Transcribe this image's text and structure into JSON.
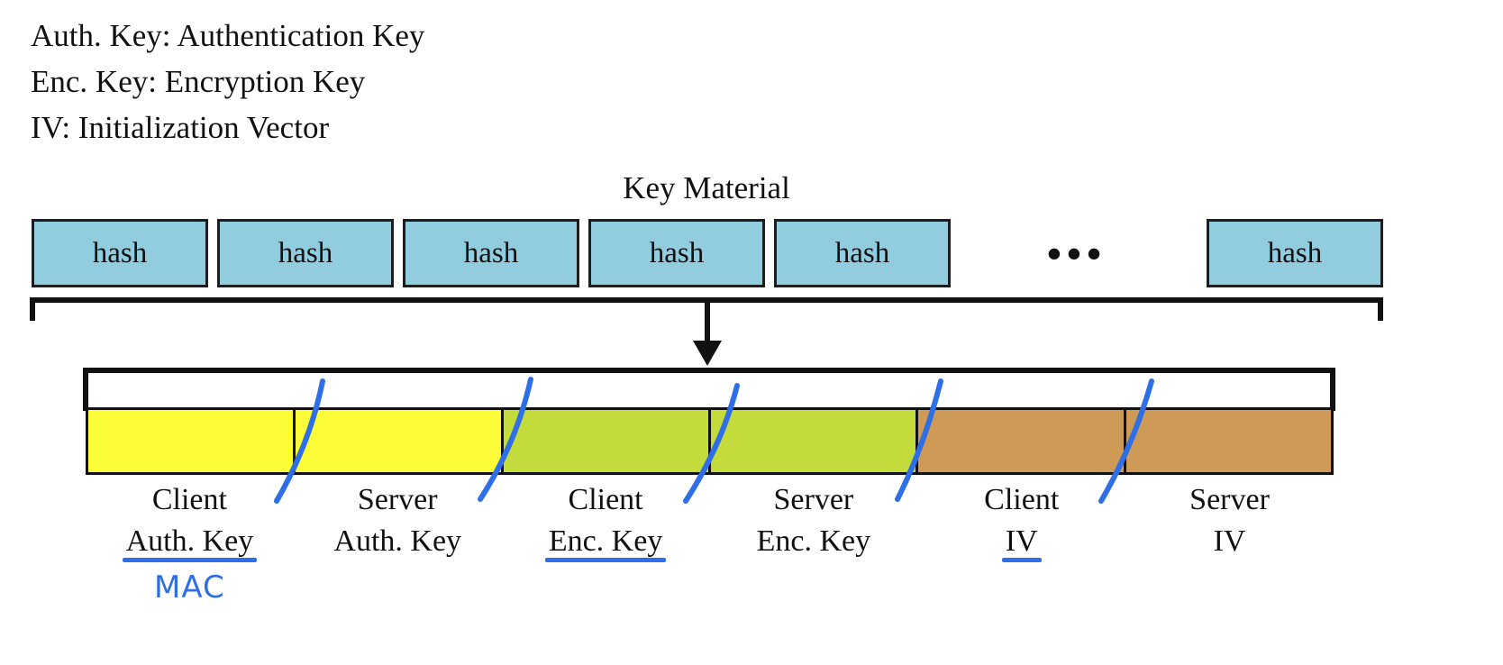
{
  "legend": {
    "lines": [
      "Auth. Key: Authentication Key",
      "Enc. Key: Encryption Key",
      "IV: Initialization Vector"
    ]
  },
  "diagram": {
    "title": "Key Material",
    "hash_label": "hash",
    "hash_boxes": [
      {
        "label": "hash"
      },
      {
        "label": "hash"
      },
      {
        "label": "hash"
      },
      {
        "label": "hash"
      },
      {
        "label": "hash"
      },
      {
        "label": "hash"
      }
    ],
    "ellipsis": "•••",
    "segments": [
      {
        "line1": "Client",
        "line2": "Auth. Key",
        "color": "#fcfc38",
        "annotated": true,
        "annotation": "MAC"
      },
      {
        "line1": "Server",
        "line2": "Auth. Key",
        "color": "#fcfc38",
        "annotated": false,
        "annotation": ""
      },
      {
        "line1": "Client",
        "line2": "Enc. Key",
        "color": "#c3dc3c",
        "annotated": true,
        "annotation": ""
      },
      {
        "line1": "Server",
        "line2": "Enc. Key",
        "color": "#c3dc3c",
        "annotated": false,
        "annotation": ""
      },
      {
        "line1": "Client",
        "line2": "IV",
        "color": "#ce9a56",
        "annotated": true,
        "annotation": ""
      },
      {
        "line1": "Server",
        "line2": "IV",
        "color": "#ce9a56",
        "annotated": false,
        "annotation": ""
      }
    ]
  },
  "colors": {
    "hash_fill": "#92ccdf",
    "yellow": "#fcfc38",
    "green": "#c3dc3c",
    "tan": "#ce9a56",
    "annotation_blue": "#2e6fe8",
    "outline": "#111111"
  }
}
